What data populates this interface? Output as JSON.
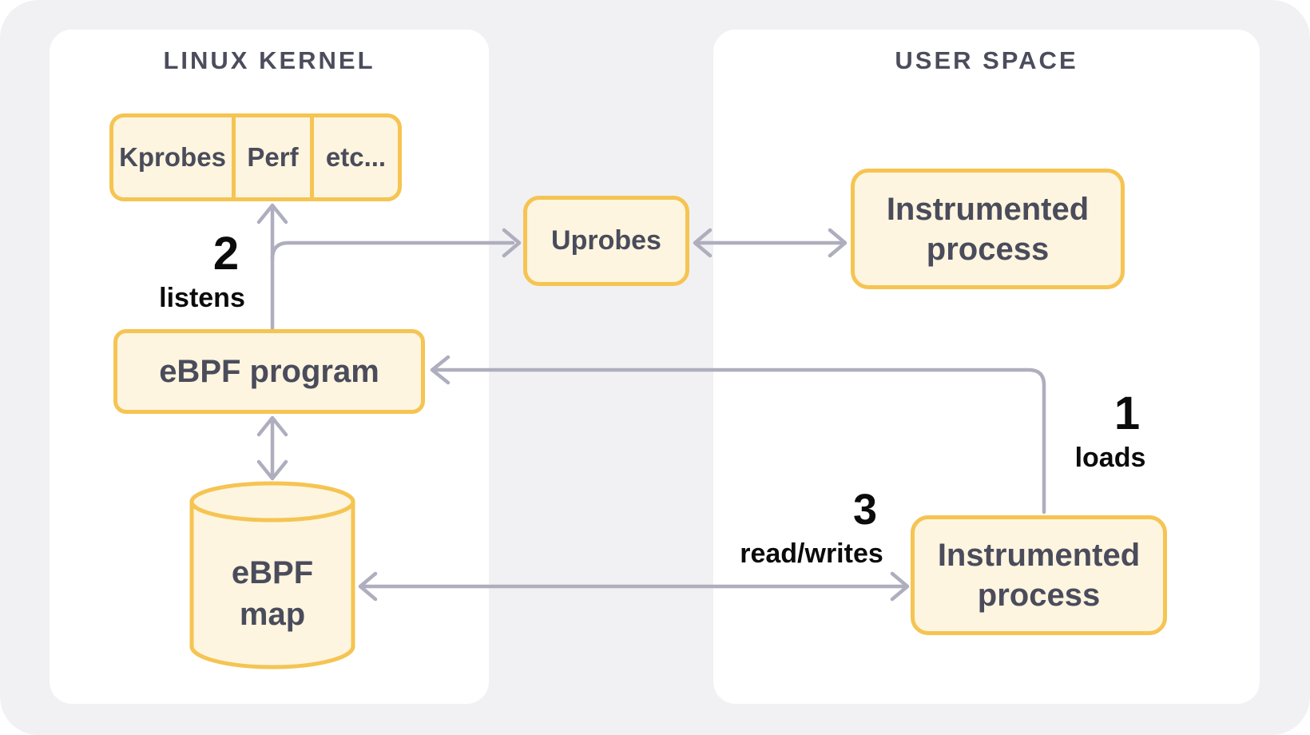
{
  "panels": {
    "kernel": {
      "title": "LINUX KERNEL"
    },
    "user": {
      "title": "USER SPACE"
    }
  },
  "nodes": {
    "probes": {
      "cells": [
        "Kprobes",
        "Perf",
        "etc..."
      ]
    },
    "uprobes": {
      "label": "Uprobes"
    },
    "instrumented_top": {
      "label": "Instrumented process"
    },
    "ebpf_program": {
      "label": "eBPF program"
    },
    "ebpf_map": {
      "label": "eBPF map"
    },
    "instrumented_bottom": {
      "label": "Instrumented process"
    }
  },
  "annotations": {
    "step1": {
      "number": "1",
      "label": "loads"
    },
    "step2": {
      "number": "2",
      "label": "listens"
    },
    "step3": {
      "number": "3",
      "label": "read/writes"
    }
  },
  "connections": [
    {
      "from": "ebpf_program",
      "to": "probes",
      "direction": "one-way",
      "step": "2 listens"
    },
    {
      "from": "ebpf_program",
      "to": "uprobes",
      "direction": "one-way",
      "step": "2 listens"
    },
    {
      "from": "uprobes",
      "to": "instrumented_top",
      "direction": "two-way"
    },
    {
      "from": "instrumented_bottom",
      "to": "ebpf_program",
      "direction": "one-way",
      "step": "1 loads"
    },
    {
      "from": "ebpf_program",
      "to": "ebpf_map",
      "direction": "two-way"
    },
    {
      "from": "instrumented_bottom",
      "to": "ebpf_map",
      "direction": "two-way",
      "step": "3 read/writes"
    }
  ],
  "colors": {
    "page_bg": "#F1F1F4",
    "outer_bg": "#FFFFFF",
    "panel_bg": "#FFFFFF",
    "node_fill": "#FDF5DF",
    "node_border": "#F5C452",
    "ink": "#4A4C5C",
    "ink_title": "#4B4D5C",
    "arrow": "#AEAEBE",
    "label_ink": "#0B0B0B"
  }
}
